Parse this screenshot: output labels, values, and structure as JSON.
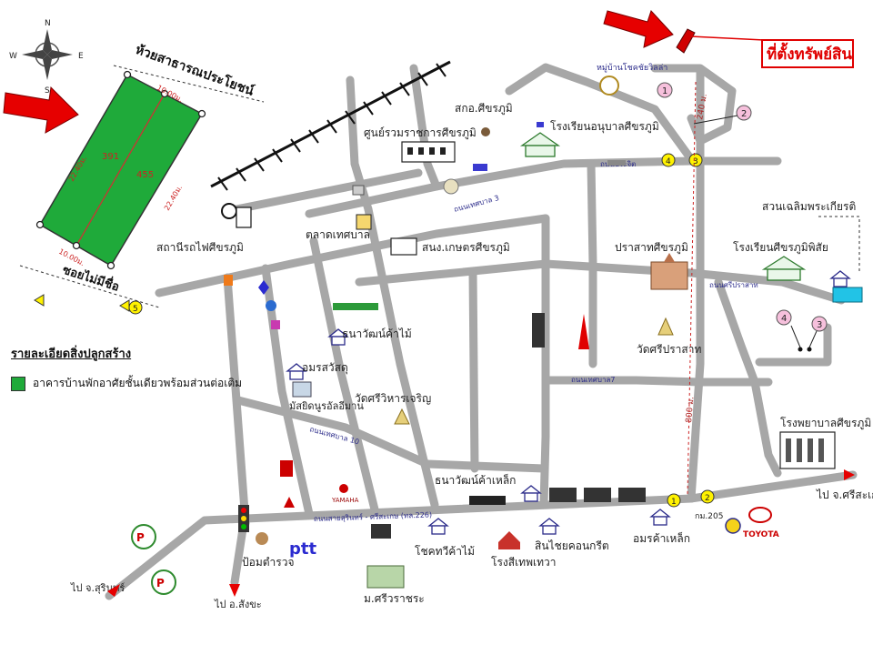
{
  "colors": {
    "road": "#a7a7a7",
    "plot": "#1faa3a",
    "arrow": "#e60000",
    "marker_pink": "#f6c0dc",
    "marker_yellow": "#fff200",
    "accent_blue": "#3a3ad0"
  },
  "compass": {
    "n": "N",
    "s": "S",
    "e": "E",
    "w": "W"
  },
  "asset_callout": {
    "text": "ที่ตั้งทรัพย์สิน"
  },
  "plot_diagram": {
    "top_boundary": "ห้วยสาธารณประโยชน์",
    "bottom_boundary": "ซอยไม่มีชื่อ",
    "plot_ids": [
      "391",
      "455"
    ],
    "top_width": "10.00ม.",
    "bottom_width": "10.00ม.",
    "left_length": "22.40ม.",
    "right_length": "22.40ม.",
    "marker": "5"
  },
  "legend": {
    "title": "รายละเอียดสิ่งปลูกสร้าง",
    "item": "อาคารบ้านพักอาศัยชั้นเดียวพร้อมส่วนต่อเติม"
  },
  "places": {
    "village": "หมู่บ้านโชคชัยวิลล่า",
    "mortgage_office": "สกอ.ศีขรภูมิ",
    "govt_center": "ศูนย์รวมราชการศีขรภูมิ",
    "kindergarten": "โรงเรียนอนุบาลศีขรภูมิ",
    "train_station": "สถานีรถไฟศีขรภูมิ",
    "market": "ตลาดเทศบาล",
    "agri_cooperative": "สนง.เกษตรศีขรภูมิ",
    "park": "สวนเฉลิมพระเกียรติ",
    "school": "โรงเรียนศีขรภูมิพิสัย",
    "prasat": "ปราสาทศีขรภูมิ",
    "wat_prasat": "วัดศรีปราสาท",
    "timber_1": "ธนาวัฒน์ค้าไม้",
    "amornsatu": "อมรสวัสดุ",
    "mosque": "มัสยิดนูรอัลอีมาน",
    "wat_wihan": "วัดศรีวิหารเจริญ",
    "hospital": "โรงพยาบาลศีขรภูมิ",
    "steel_1": "ธนาวัฒน์ค้าเหล็ก",
    "amorn_steel": "อมรค้าเหล็ก",
    "police": "ป้อมตำรวจ",
    "chok_timber": "โชคทวีค้าไม้",
    "sinchai": "สินไชยคอนกรีต",
    "rong_si": "โรงสีเทพเทวา",
    "university": "ม.ศรีวราชระ",
    "to_surin": "ไป จ.สุรินทร์",
    "to_sangkha": "ไป อ.สังขะ",
    "to_sisaket": "ไป จ.ศรีสะเกษ",
    "km_post": "กม.205",
    "ptt": "ptt",
    "toyota": "TOYOTA",
    "yamaha": "YAMAHA"
  },
  "roads": {
    "prachasanti": "ถนนประจิต",
    "thesaban3": "ถนนเทศบาล 3",
    "thesaban7": "ถนนเทศบาล7",
    "thesaban10": "ถนนเทศบาล 10",
    "srinatha": "ถนนศรีปราสาท",
    "main": "ถนนสายสุรินทร์ - ศรีสะเกษ (ทล.226)"
  },
  "distances": {
    "d240": "240 ม.",
    "d800": "800 ม."
  },
  "markers": [
    "1",
    "2",
    "3",
    "4",
    "5"
  ]
}
